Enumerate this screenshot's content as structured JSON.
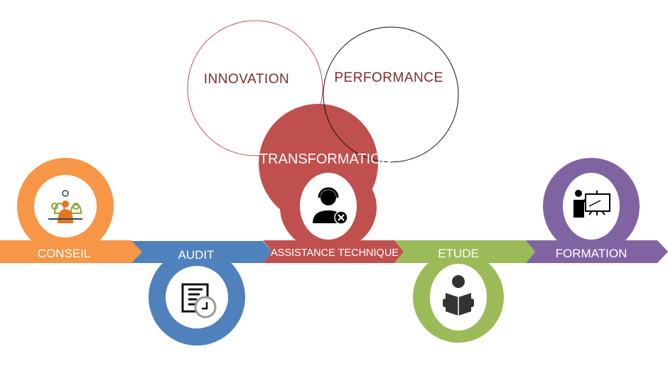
{
  "circles": {
    "innovation": "INNOVATION",
    "performance": "PERFORMANCE",
    "transformation": "TRANSFORMATION"
  },
  "steps": [
    {
      "label": "CONSEIL",
      "icon": "team-idea-icon",
      "color": "#f79646"
    },
    {
      "label": "AUDIT",
      "icon": "checklist-clock-icon",
      "color": "#4f81bd"
    },
    {
      "label": "ASSISTANCE TECHNIQUE",
      "icon": "support-agent-icon",
      "color": "#c0504d"
    },
    {
      "label": "ETUDE",
      "icon": "reader-book-icon",
      "color": "#9bbb59"
    },
    {
      "label": "FORMATION",
      "icon": "presenter-board-icon",
      "color": "#8064a2"
    }
  ]
}
